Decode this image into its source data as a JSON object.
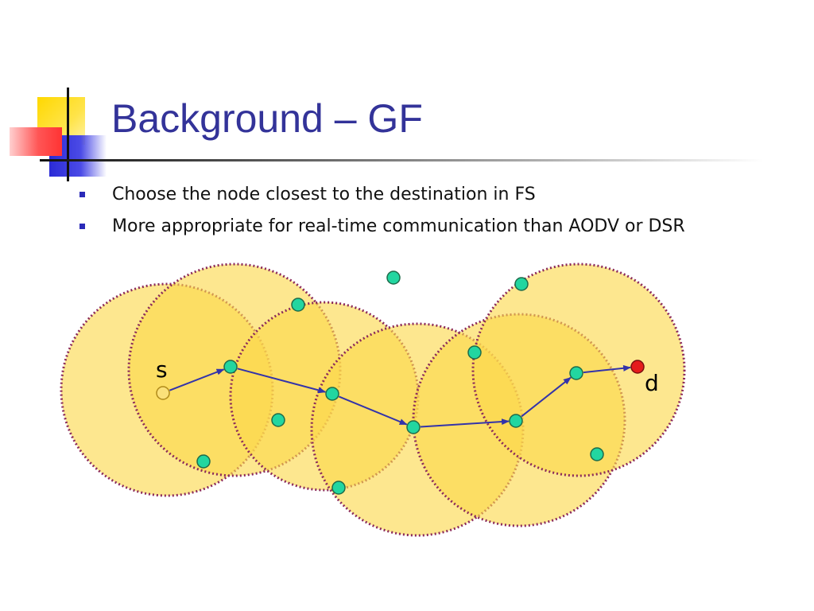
{
  "slide": {
    "title": "Background – GF",
    "bullets": [
      "Choose the node closest to the destination in FS",
      "More appropriate for real-time communication than AODV or DSR"
    ]
  },
  "diagram": {
    "source_label": "s",
    "destination_label": "d",
    "colors": {
      "range_fill": "#fcd94a",
      "range_border": "#8b2a5a",
      "node_fill": "#22d6a0",
      "node_border": "#1e6b4a",
      "source_fill": "#fbe17a",
      "source_border": "#b08a1a",
      "destination_fill": "#e51c1c",
      "arrow": "#3333aa"
    }
  }
}
